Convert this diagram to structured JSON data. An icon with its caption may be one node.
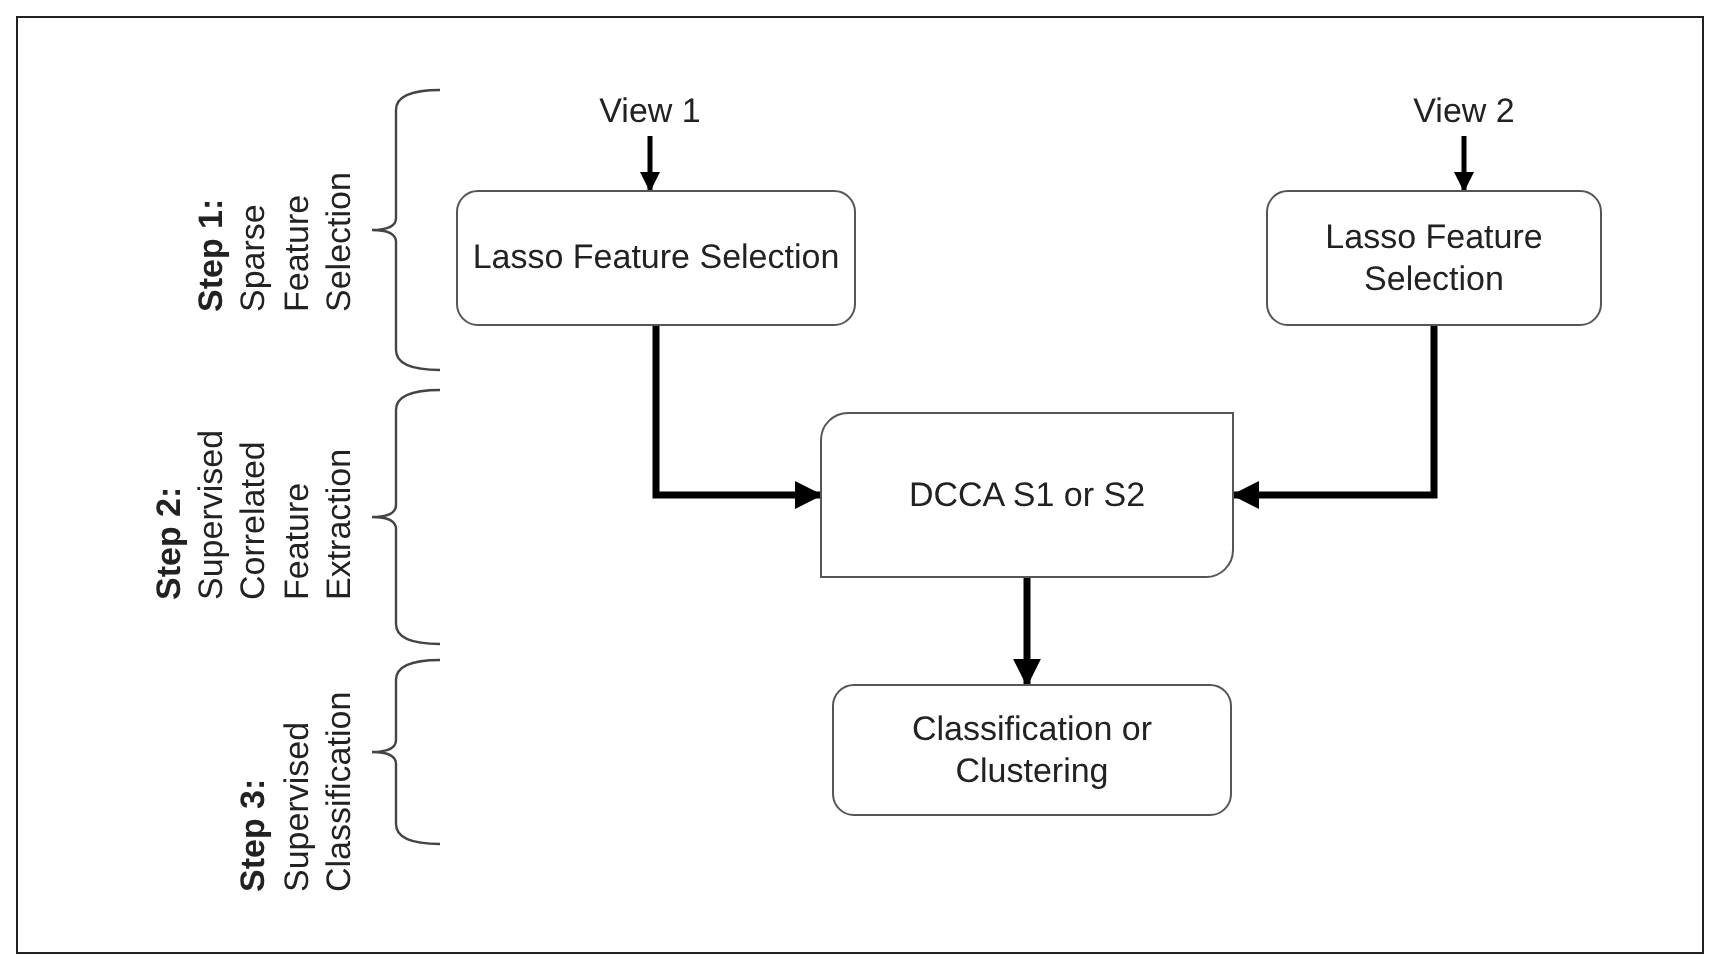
{
  "diagram": {
    "nodes": [
      {
        "text": [
          "View 1"
        ]
      },
      {
        "text": [
          "Lasso Feature Selection"
        ]
      },
      {
        "text": [
          "View 2"
        ]
      },
      {
        "text": [
          "Lasso Feature Selection"
        ]
      },
      {
        "text": [
          "DCCA S1 or S2"
        ]
      },
      {
        "text": [
          "Classification or Clustering"
        ]
      }
    ],
    "edges": [
      {
        "from": 0,
        "to": 1,
        "arrow": "to"
      },
      {
        "from": 2,
        "to": 3,
        "arrow": "to"
      },
      {
        "from": 1,
        "to": 4,
        "arrow": "to"
      },
      {
        "from": 3,
        "to": 4,
        "arrow": "to"
      },
      {
        "from": 4,
        "to": 5,
        "arrow": "to"
      }
    ],
    "labels": [
      "Step 1:",
      "Sparse Feature Selection",
      "Step 2:",
      "Supervised Correlated Feature Extraction",
      "Step 3:",
      "Supervised Classification"
    ]
  }
}
